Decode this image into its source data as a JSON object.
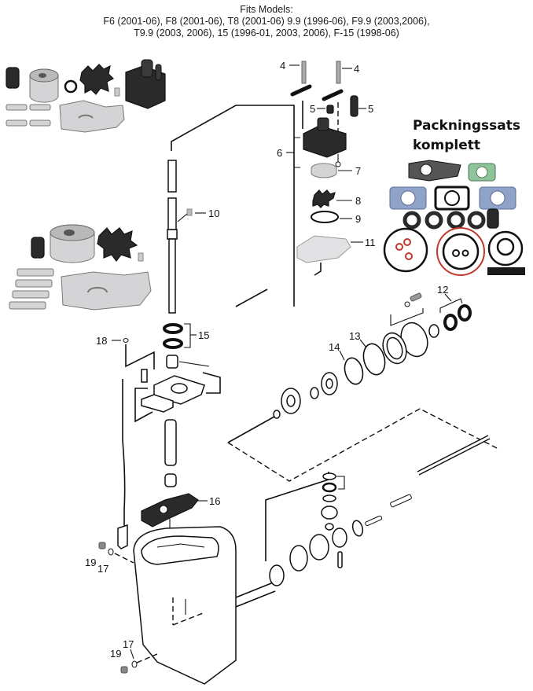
{
  "header": {
    "title": "Fits Models:",
    "models_line_1": "F6 (2001-06), F8 (2001-06), T8 (2001-06) 9.9 (1996-06), F9.9 (2003,2006),",
    "models_line_2": "T9.9 (2003, 2006), 15 (1996-01, 2003, 2006), F-15 (1998-06)"
  },
  "gasket_kit": {
    "title_line_1": "Packningssats",
    "title_line_2": "komplett"
  },
  "callouts": {
    "c4a": "4",
    "c4b": "4",
    "c5a": "5",
    "c5b": "5",
    "c6": "6",
    "c7": "7",
    "c8": "8",
    "c9": "9",
    "c10": "10",
    "c11": "11",
    "c12": "12",
    "c13": "13",
    "c14": "14",
    "c15": "15",
    "c16": "16",
    "c17a": "17",
    "c17b": "17",
    "c18": "18",
    "c19a": "19",
    "c19b": "19"
  },
  "colors": {
    "gasket_blue": "#8fa3c9",
    "gasket_green": "#8fc49a",
    "oring_red": "#c0392b",
    "rubber_dark": "#2a2a2a",
    "metal_silver": "#d4d4d6"
  }
}
